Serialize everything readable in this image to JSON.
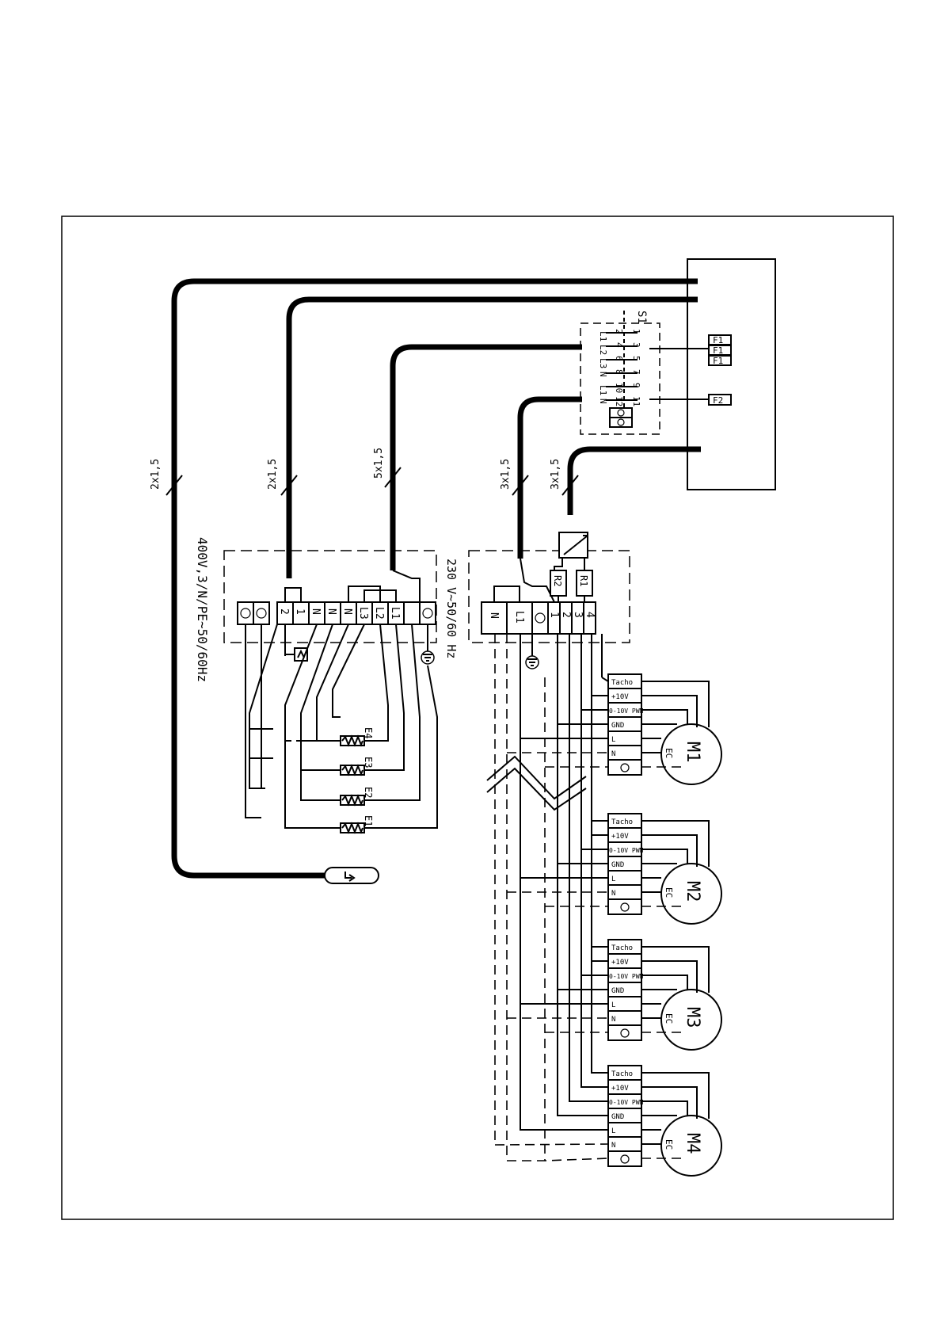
{
  "supply": {
    "main_3ph": "400V,3/N/PE~50/60Hz",
    "control_1ph": "230 V~50/60 Hz"
  },
  "cables": {
    "c1": "2x1,5",
    "c2": "2x1,5",
    "c3": "5x1,5",
    "c4": "3x1,5",
    "c5": "3x1,5"
  },
  "main_terminals": [
    "1",
    "2",
    "N",
    "N",
    "N",
    "L3",
    "L2",
    "L1"
  ],
  "control_terminals": [
    "N",
    "L1",
    "1",
    "2",
    "3",
    "4"
  ],
  "resistors": [
    "R2",
    "R1"
  ],
  "heaters": [
    "E4",
    "E3",
    "E2",
    "E1"
  ],
  "switch": {
    "name": "S1",
    "upper": [
      "1",
      "3",
      "5",
      "7",
      "9",
      "11"
    ],
    "lower": [
      "2",
      "4",
      "6",
      "8",
      "10",
      "12"
    ],
    "phase_labels": [
      "L1",
      "L2",
      "L3",
      "N",
      "L1",
      "N"
    ]
  },
  "fuses": [
    "F1",
    "F1",
    "F1",
    "F2"
  ],
  "motor_terminals": [
    "Tacho",
    "+10V",
    "0-10V PWM",
    "GND",
    "L",
    "N"
  ],
  "motor_type": "EC",
  "motors": [
    "M1",
    "M2",
    "M3",
    "M4"
  ]
}
